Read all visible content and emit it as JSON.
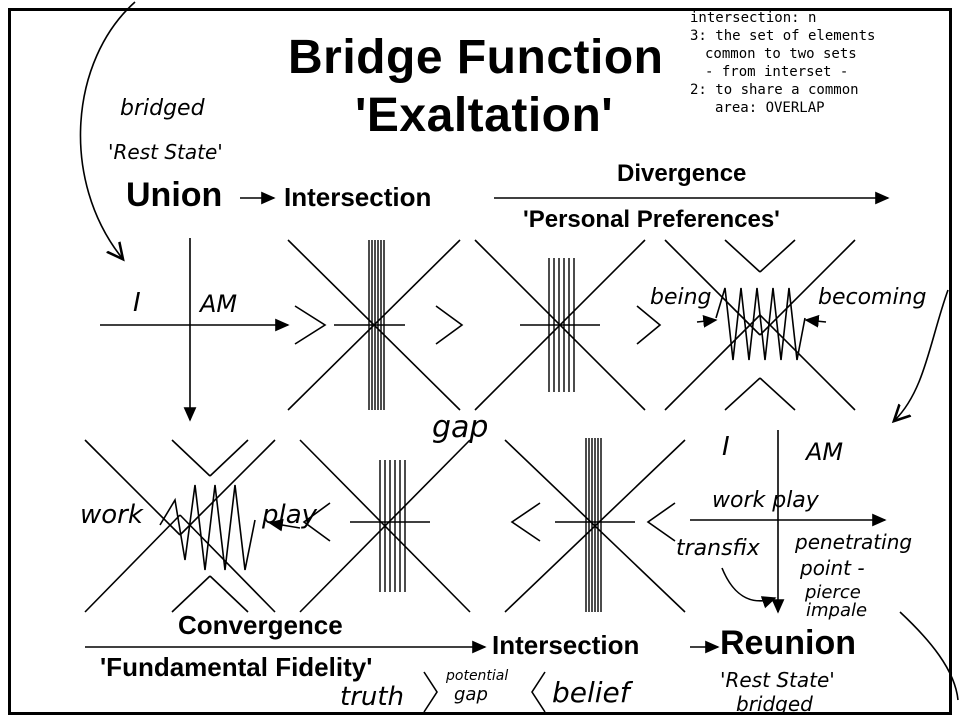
{
  "title": {
    "line1": "Bridge Function",
    "line2": "'Exaltation'"
  },
  "definition": {
    "line1": "intersection: n",
    "line2": "3: the set of elements",
    "line3": "common to two sets",
    "line4": "- from interset -",
    "line5": "2: to share a common",
    "line6": "area: OVERLAP"
  },
  "top_left": {
    "note1": "bridged",
    "note2": "'Rest State'",
    "union": "Union",
    "intersection": "Intersection",
    "i": "I",
    "am": "AM"
  },
  "divergence": {
    "label": "Divergence",
    "sub": "'Personal Preferences'",
    "being": "being",
    "becoming": "becoming",
    "gap": "gap"
  },
  "bottom_left": {
    "work": "work",
    "play": "play",
    "convergence": "Convergence",
    "fidelity": "'Fundamental Fidelity'",
    "truth": "truth",
    "potential": "potential",
    "gap": "gap",
    "belief": "belief"
  },
  "bottom_right": {
    "i": "I",
    "am": "AM",
    "workplay": "work play",
    "transfix": "transfix",
    "penetrating": "penetrating",
    "point": "point -",
    "pierce": "pierce",
    "impale": "impale",
    "intersection": "Intersection",
    "reunion": "Reunion",
    "rest_state": "'Rest State'",
    "bridged": "bridged"
  }
}
